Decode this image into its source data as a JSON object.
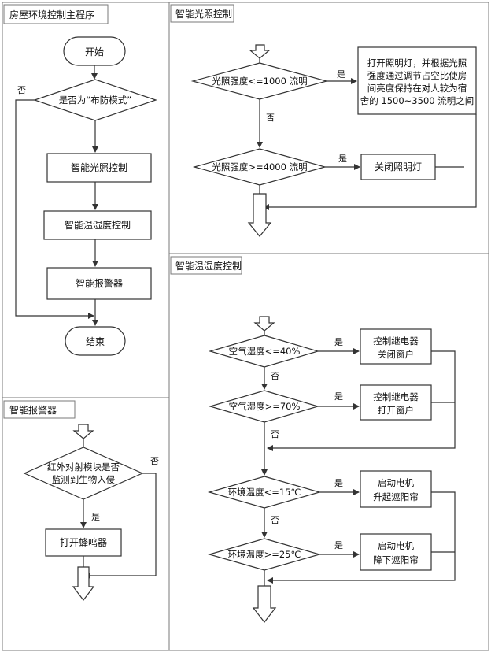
{
  "panels": {
    "main": {
      "title": "房屋环境控制主程序",
      "start": "开始",
      "decision": "是否为“布防模式”",
      "no": "否",
      "step1": "智能光照控制",
      "step2": "智能温湿度控制",
      "step3": "智能报警器",
      "end": "结束"
    },
    "light": {
      "title": "智能光照控制",
      "d1": "光照强度<=1000 流明",
      "d2": "光照强度>=4000 流明",
      "yes1": "是",
      "yes2": "是",
      "no1": "否",
      "action1": [
        "打开照明灯，并根据光照",
        "强度通过调节占空比使房",
        "间亮度保持在对人较为宿",
        "舍的 1500~3500 流明之间"
      ],
      "action2": "关闭照明灯"
    },
    "alarm": {
      "title": "智能报警器",
      "d1": [
        "红外对射模块是否",
        "监测到生物入侵"
      ],
      "yes": "是",
      "no": "否",
      "action": "打开蜂鸣器"
    },
    "climate": {
      "title": "智能温湿度控制",
      "d1": "空气湿度<=40%",
      "d2": "空气湿度>=70%",
      "d3": "环境温度<=15℃",
      "d4": "环境温度>=25℃",
      "yes1": "是",
      "yes2": "是",
      "yes3": "是",
      "yes4": "是",
      "no1": "否",
      "no2": "否",
      "no3": "否",
      "a1": [
        "控制继电器",
        "关闭窗户"
      ],
      "a2": [
        "控制继电器",
        "打开窗户"
      ],
      "a3": [
        "启动电机",
        "升起遮阳帘"
      ],
      "a4": [
        "启动电机",
        "降下遮阳帘"
      ]
    }
  }
}
